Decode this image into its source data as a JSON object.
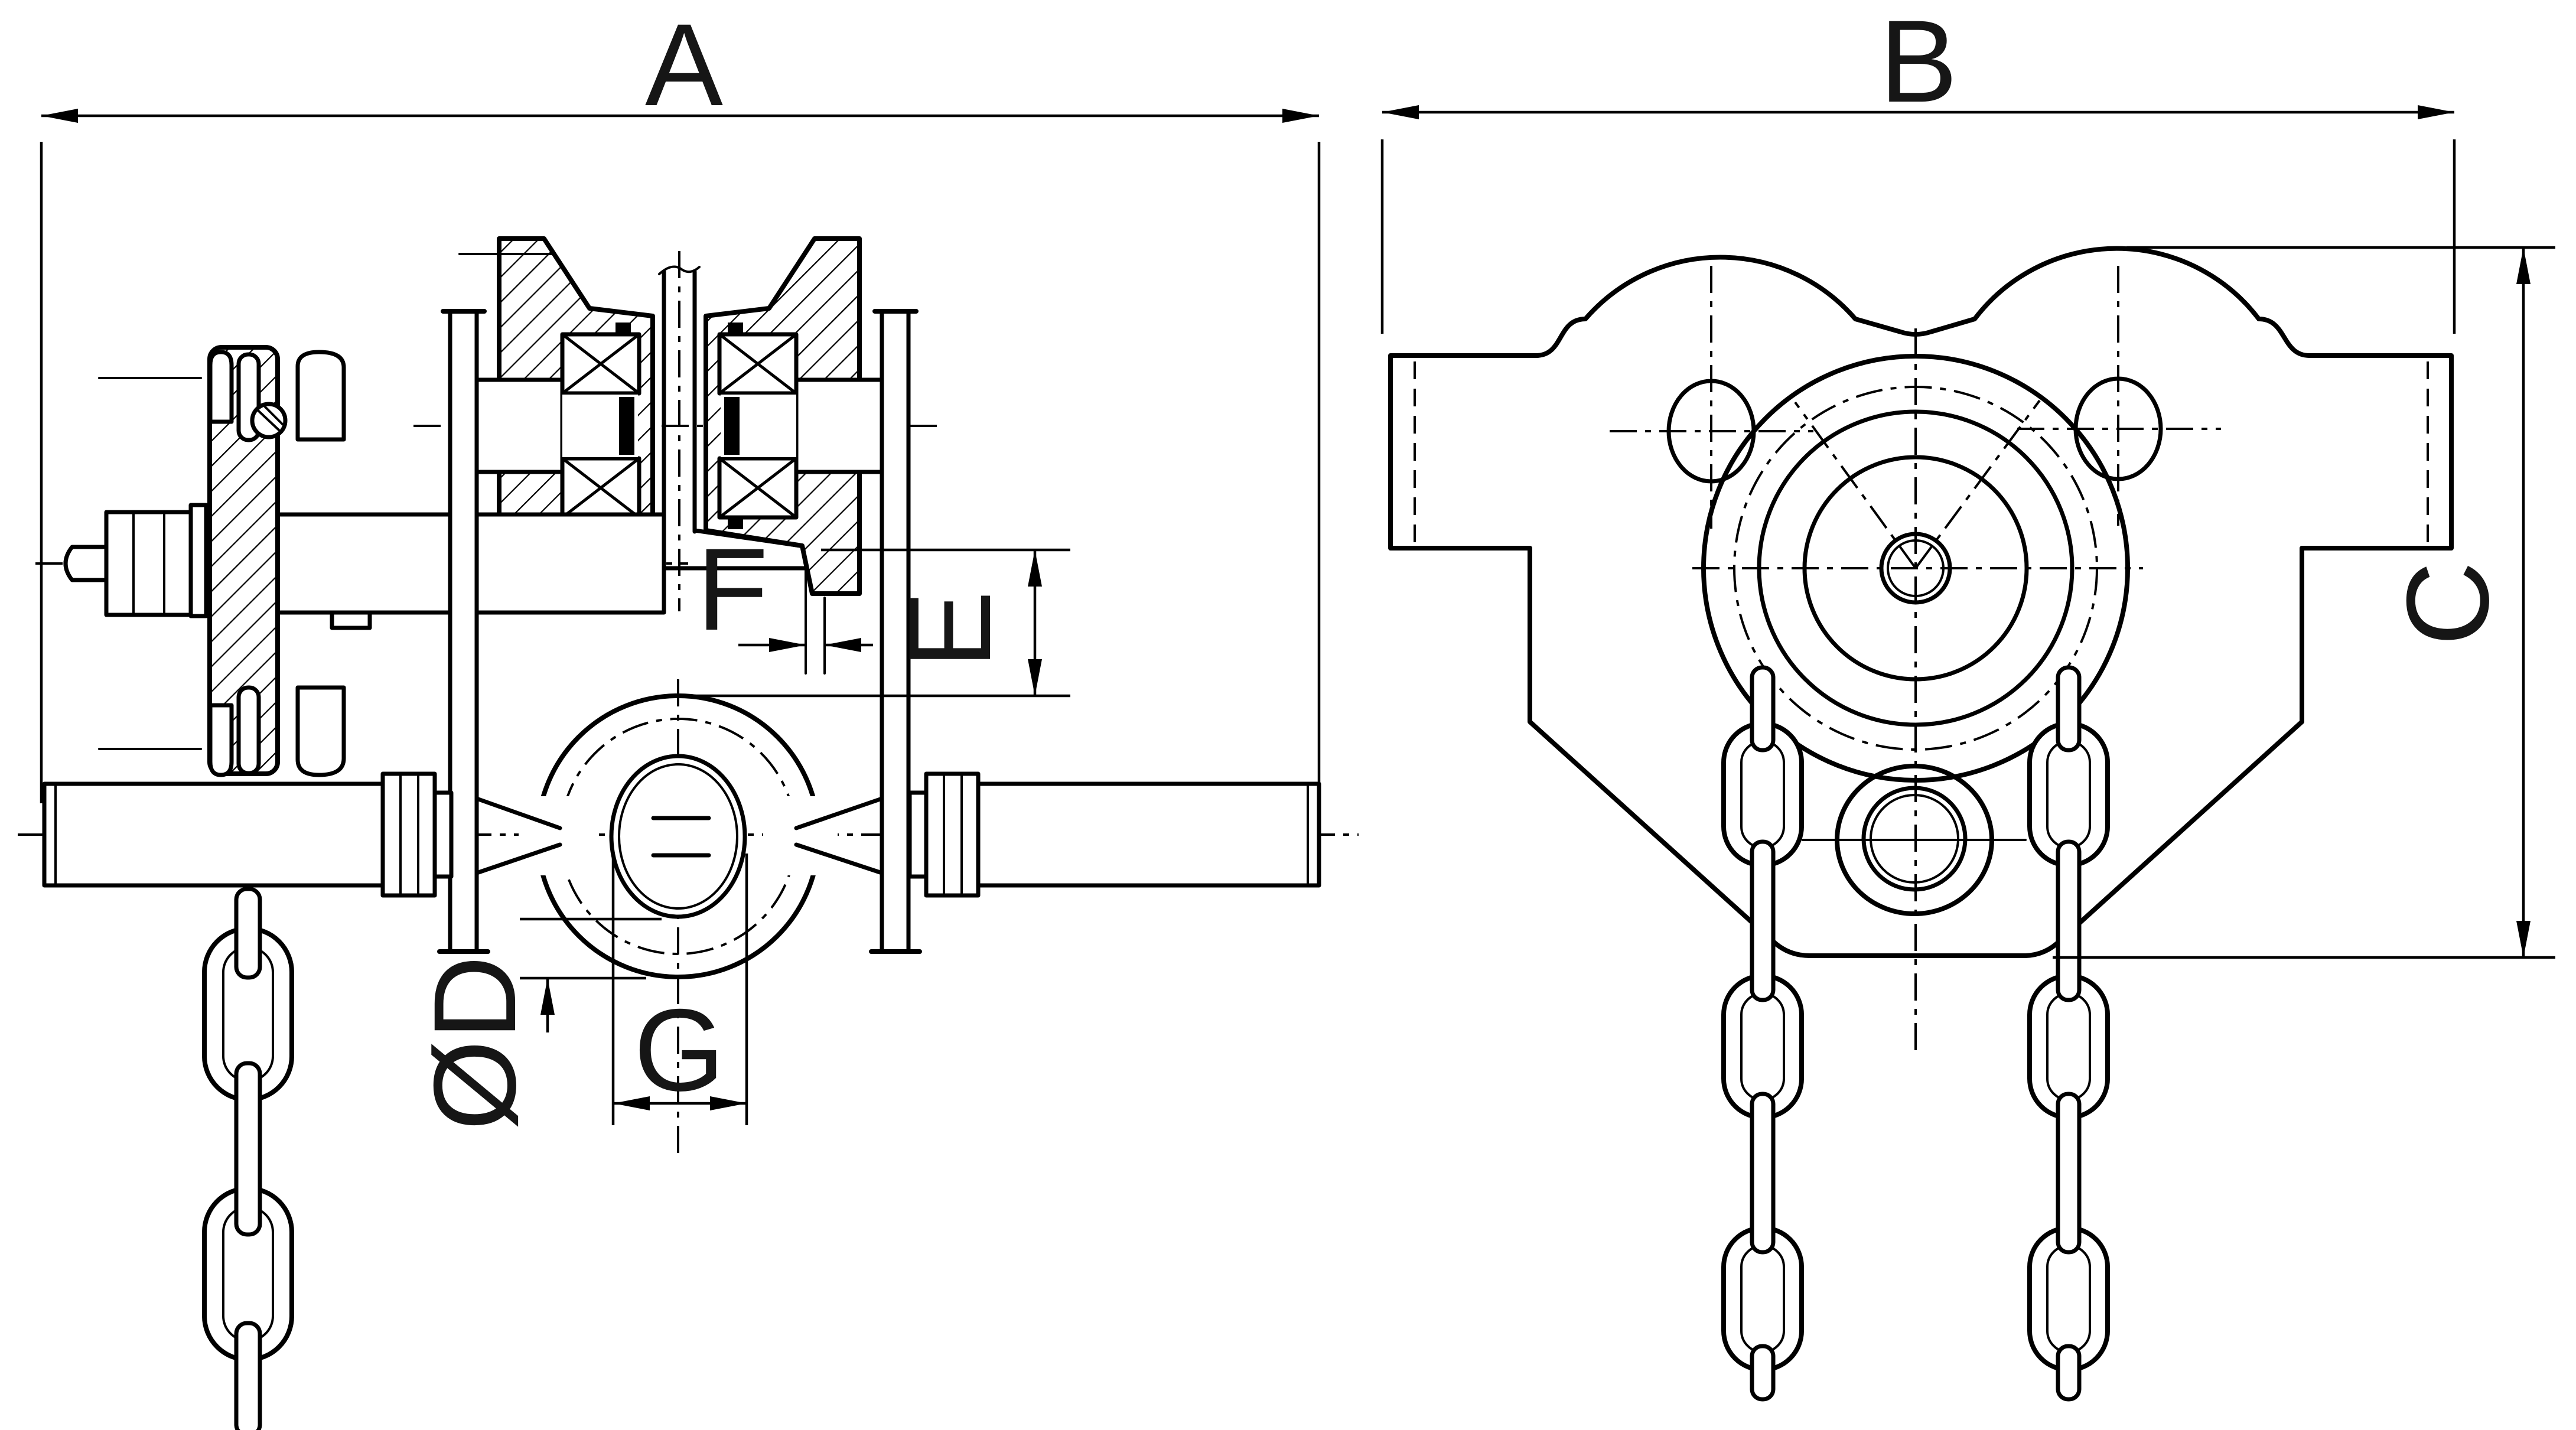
{
  "drawing": {
    "title": "trolley-technical-drawing",
    "background_color": "#ffffff",
    "line_color": "#000000",
    "views": [
      {
        "id": "side-view",
        "description": "sectional side view of beam trolley with hand-chain wheel, track wheels on I-beam flange, suspension shaft, suspension eye and load chain"
      },
      {
        "id": "front-view",
        "description": "front view of trolley side plate with track wheels, gear circles, suspension eye and two hanging chains"
      }
    ],
    "dimension_labels": {
      "a": "A",
      "b": "B",
      "c": "C",
      "d": "ØD",
      "e": "E",
      "f": "F",
      "g": "G"
    }
  }
}
